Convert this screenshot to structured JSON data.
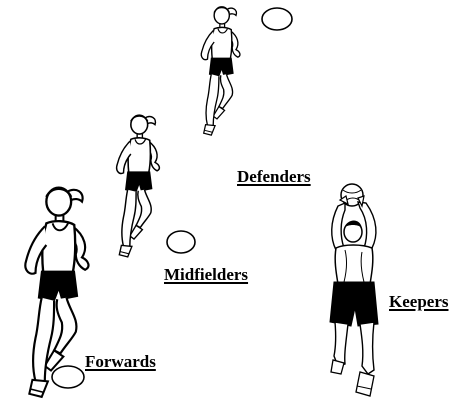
{
  "labels": {
    "defenders": "Defenders",
    "midfielders": "Midfielders",
    "keepers": "Keepers",
    "forwards": "Forwards"
  },
  "colors": {
    "ink": "#000000",
    "paper": "#ffffff"
  },
  "figures": [
    {
      "role": "defender",
      "pose": "running"
    },
    {
      "role": "midfielder",
      "pose": "running"
    },
    {
      "role": "forward",
      "pose": "running"
    },
    {
      "role": "keeper",
      "pose": "catching-ball-overhead"
    }
  ],
  "markers": [
    "circle",
    "circle",
    "circle"
  ]
}
